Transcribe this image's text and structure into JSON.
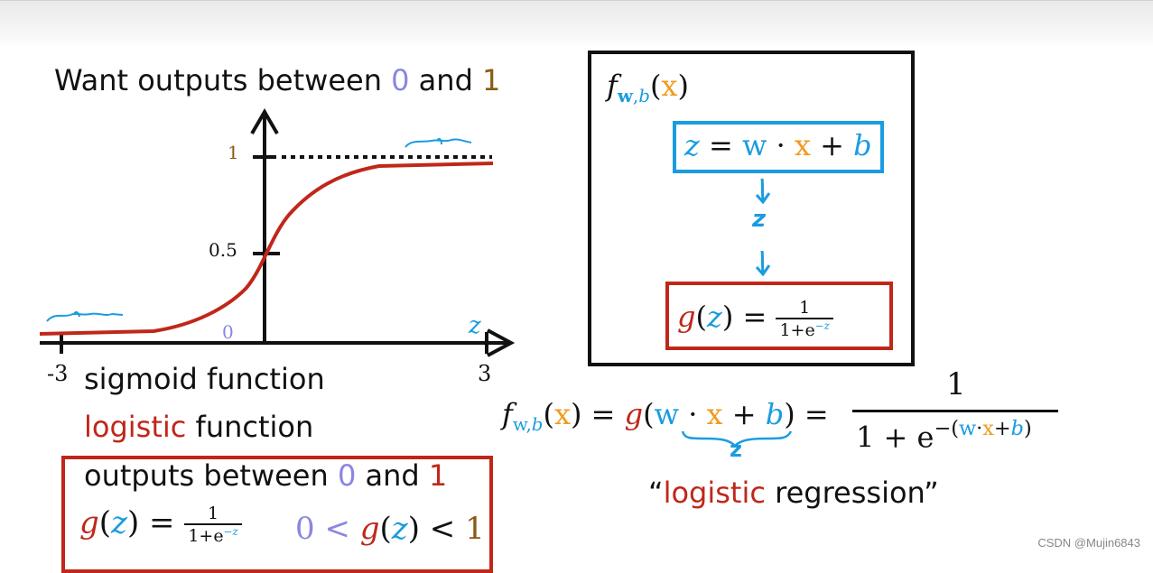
{
  "heading": {
    "prefix": "Want outputs between ",
    "zero": "0",
    "middle": " and ",
    "one": "1"
  },
  "graph": {
    "y_label_1": "1",
    "y_label_half": "0.5",
    "y_label_0": "0",
    "x_label_neg": "-3",
    "x_label_pos": "3",
    "axis_z": "z",
    "curve_color": "#c0271a",
    "asymptote_color": "#111111"
  },
  "left_text": {
    "sigmoid": "sigmoid function",
    "logistic_word": "logistic",
    "logistic_rest": " function",
    "outputs_prefix": "outputs between ",
    "outputs_zero": "0",
    "outputs_and": " and ",
    "outputs_one": "1"
  },
  "left_formula": {
    "g": "g",
    "z": "z",
    "eq": "=",
    "num": "1",
    "den_prefix": "1+e",
    "den_exp": "−z",
    "ineq_zero": "0",
    "lt1": "<",
    "g2": "g",
    "z2": "z",
    "lt2": "<",
    "ineq_one": "1"
  },
  "model_box": {
    "f": "f",
    "sub_w": "w",
    "sub_b": "b",
    "x": "x",
    "z_line": {
      "z": "z",
      "eq": "=",
      "w": "w",
      "dot": "·",
      "x": "x",
      "plus": "+",
      "b": "b"
    },
    "handwritten_z": "z",
    "g_line": {
      "g": "g",
      "z": "z",
      "eq": "=",
      "num": "1",
      "den_prefix": "1+e",
      "den_exp": "−z"
    }
  },
  "main_formula": {
    "f": "f",
    "sub_w": "w",
    "sub_b": "b",
    "x": "x",
    "eq1": "=",
    "g": "g",
    "w": "w",
    "dot": "·",
    "x2": "x",
    "plus": "+",
    "b": "b",
    "eq2": "=",
    "num": "1",
    "den_prefix": "1 + e",
    "den_exp_w": "w",
    "den_exp_dot": "·",
    "den_exp_x": "x",
    "den_exp_plus": "+",
    "den_exp_b": "b",
    "brace_label": "z"
  },
  "caption": {
    "open_quote": "“",
    "logistic": "logistic",
    "rest": " regression”"
  },
  "watermark": "CSDN @Mujin6843",
  "colors": {
    "blue": "#1a9ce0",
    "orange": "#f29a1c",
    "red": "#c0271a",
    "purple": "#8a86e0",
    "brown": "#8a5a14"
  }
}
